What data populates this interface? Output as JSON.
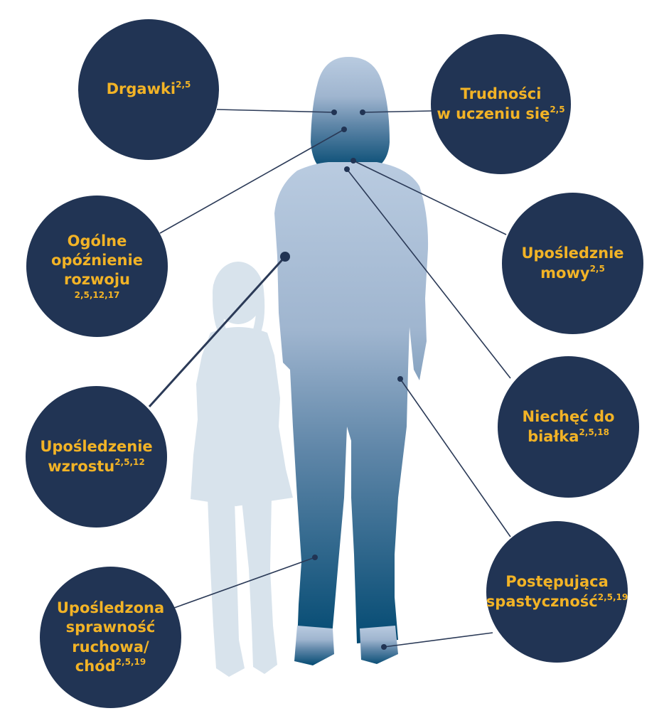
{
  "colors": {
    "bubble_fill": "#213454",
    "label_text": "#f2b326",
    "connector": "#2b3a57",
    "adult_silhouette_top": "#b9cbe0",
    "adult_silhouette_bottom": "#034a72",
    "child_silhouette": "#d8e3ec",
    "background": "#ffffff"
  },
  "figures": {
    "adult": "adult-silhouette",
    "child": "child-silhouette"
  },
  "bubbles": {
    "seizures": {
      "text": "Drgawki",
      "refs": "2,5"
    },
    "learning": {
      "line1": "Trudności",
      "line2": "w uczeniu się",
      "refs": "2,5"
    },
    "development": {
      "line1": "Ogólne",
      "line2": "opóźnienie",
      "line3": "rozwoju",
      "refs": "2,5,12,17"
    },
    "speech": {
      "line1": "Upośledznie",
      "line2": "mowy",
      "refs": "2,5"
    },
    "protein": {
      "line1": "Niechęć do",
      "line2": "białka",
      "refs": "2,5,18"
    },
    "growth": {
      "line1": "Upośledzenie",
      "line2": "wzrostu",
      "refs": "2,5,12"
    },
    "motor": {
      "line1": "Upośledzona",
      "line2": "sprawność",
      "line3": "ruchowa/",
      "line4": "chód",
      "refs": "2,5,19"
    },
    "spasticity": {
      "line1": "Postępująca",
      "line2": "spastyczność",
      "refs": "2,5,19"
    }
  }
}
